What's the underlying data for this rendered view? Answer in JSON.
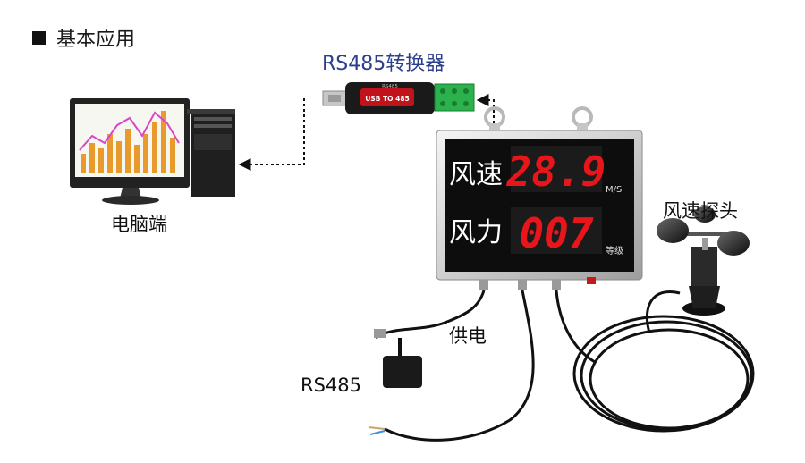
{
  "section": {
    "title": "基本应用"
  },
  "converter": {
    "label": "RS485转换器",
    "device_top_text": "RS485",
    "device_band_text": "USB TO 485"
  },
  "pc": {
    "label": "电脑端"
  },
  "display": {
    "rows": [
      {
        "label": "风速",
        "value": "28.9",
        "unit": "M/S"
      },
      {
        "label": "风力",
        "value": "007",
        "unit": "等级"
      }
    ]
  },
  "sensor": {
    "label": "风速探头"
  },
  "power": {
    "label": "供电"
  },
  "rs485": {
    "label": "RS485"
  },
  "colors": {
    "accent": "#2d3f8c",
    "led": "#e8151b",
    "bar": "#e99a2c",
    "line": "#d946c6"
  }
}
